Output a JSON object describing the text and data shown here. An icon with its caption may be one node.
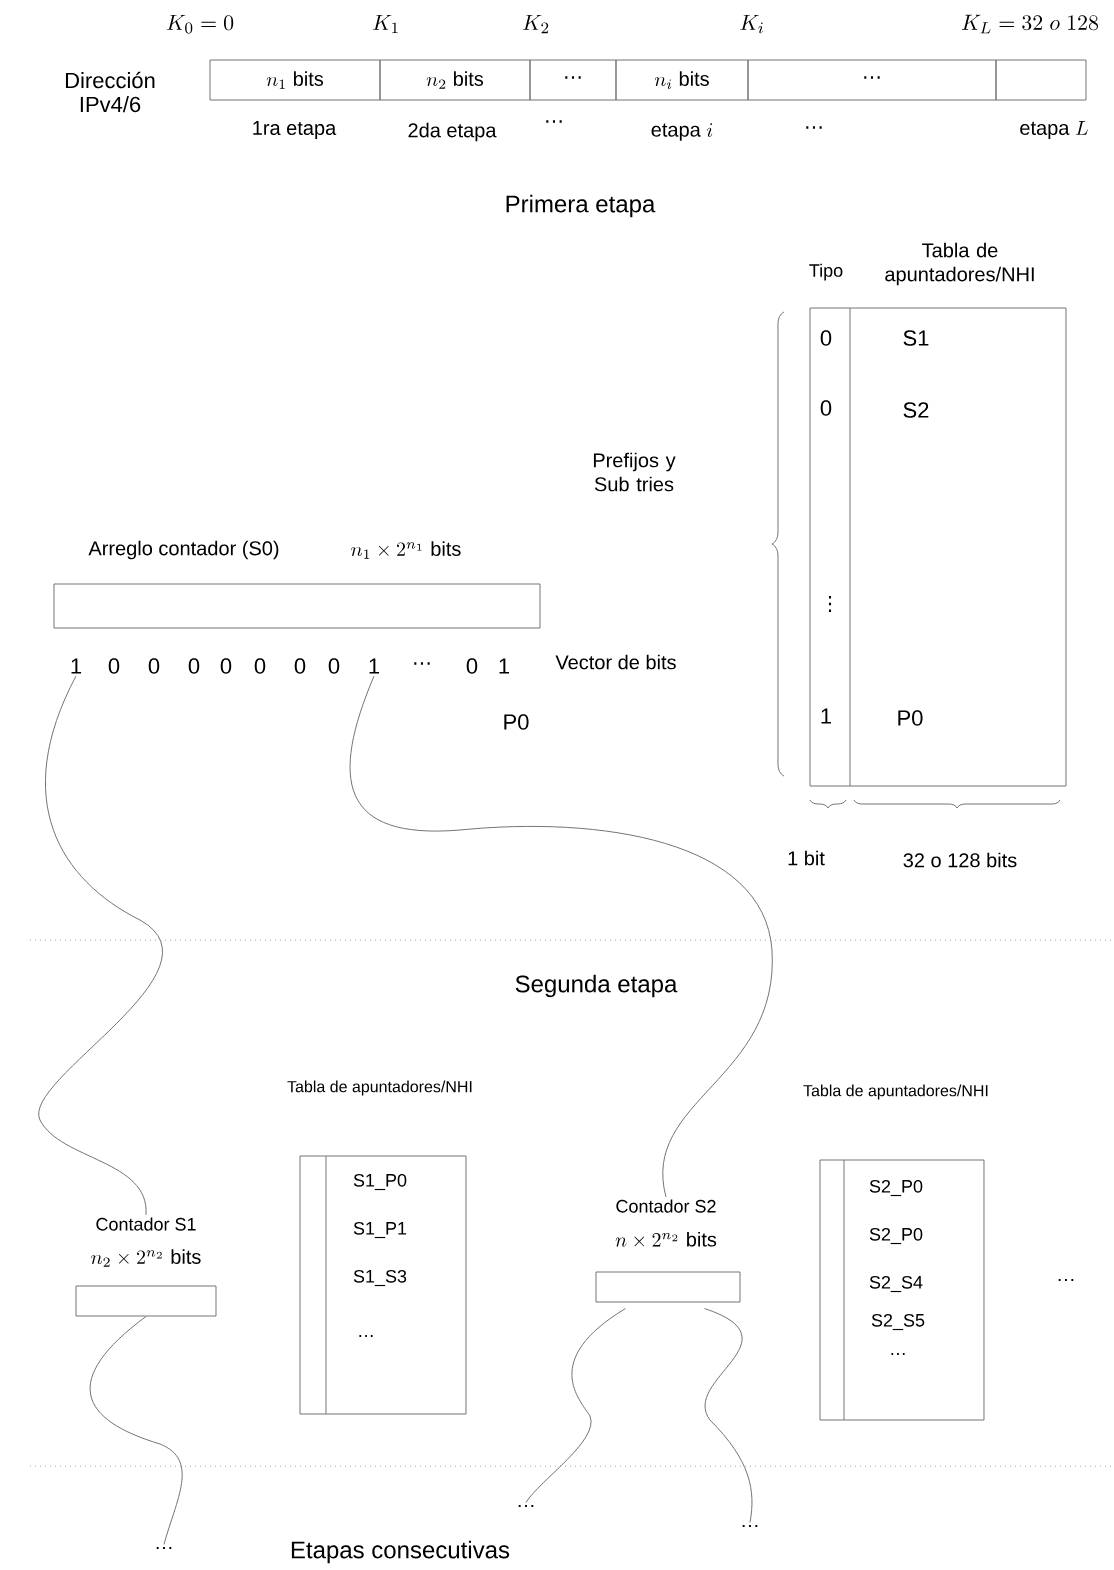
{
  "diagram": {
    "nodes": [
      {
        "text": [
          "n_1\\mbox{ bits}"
        ]
      },
      {
        "text": [
          "n_2\\mbox{ bits}"
        ]
      },
      {
        "text": [
          "⋯"
        ]
      },
      {
        "text": [
          "n_i\\mbox{ bits}"
        ]
      },
      {
        "text": [
          "⋯"
        ]
      },
      {
        "text": [],
        "shape": "box"
      },
      {
        "text": [
          "Arreglo contador (S0)",
          "n_1\\times 2^{n_1}\\mbox{ bits}"
        ]
      },
      {
        "text": [
          "1"
        ]
      },
      {
        "text": [
          "1"
        ]
      },
      {
        "text": [
          "Tipo",
          "Tabla de apuntadores/NHI",
          "0",
          "S1",
          "0",
          "S2",
          "⋮",
          "1",
          "P0"
        ]
      },
      {
        "text": [
          "Contador S1",
          "n_2\\times 2^{n_2}\\mbox{ bits}"
        ]
      },
      {
        "text": [
          "Tabla de apuntadores/NHI",
          "S1_P0",
          "S1_P1",
          "S1_S3",
          "…"
        ]
      },
      {
        "text": [
          "Contador S2",
          "n\\times 2^{n_2}\\mbox{ bits}"
        ]
      },
      {
        "text": [
          "Tabla de apuntadores/NHI",
          "S2_P0",
          "S2_P0",
          "S2_S4",
          "S2_S5",
          "…"
        ]
      },
      {
        "text": [
          "…"
        ]
      },
      {
        "text": [
          "…"
        ]
      },
      {
        "text": [
          "…"
        ]
      }
    ],
    "edges": [
      {
        "from": 7,
        "to": 10,
        "arrow": "none"
      },
      {
        "from": 8,
        "to": 12,
        "arrow": "none"
      },
      {
        "from": 10,
        "to": 14,
        "arrow": "none"
      },
      {
        "from": 12,
        "to": 15,
        "arrow": "none"
      },
      {
        "from": 12,
        "to": 16,
        "arrow": "none"
      }
    ],
    "labels": [
      "K_0 = 0",
      "K_1",
      "K_2",
      "K_i",
      "K_L = 32\\ o\\ 128",
      "Dirección IPv4/6",
      "1ra etapa",
      "2da etapa",
      "⋯",
      "\\mbox{etapa }i",
      "⋯",
      "\\mbox{etapa }L",
      "Primera etapa",
      "Prefijos y Sub tries",
      "0",
      "0",
      "0",
      "0",
      "0",
      "0",
      "0",
      "⋯",
      "0",
      "1",
      "Vector de bits",
      "P0",
      "1 bit",
      "32 o 128 bits",
      "Segunda etapa",
      "…",
      "Etapas consecutivas"
    ]
  }
}
